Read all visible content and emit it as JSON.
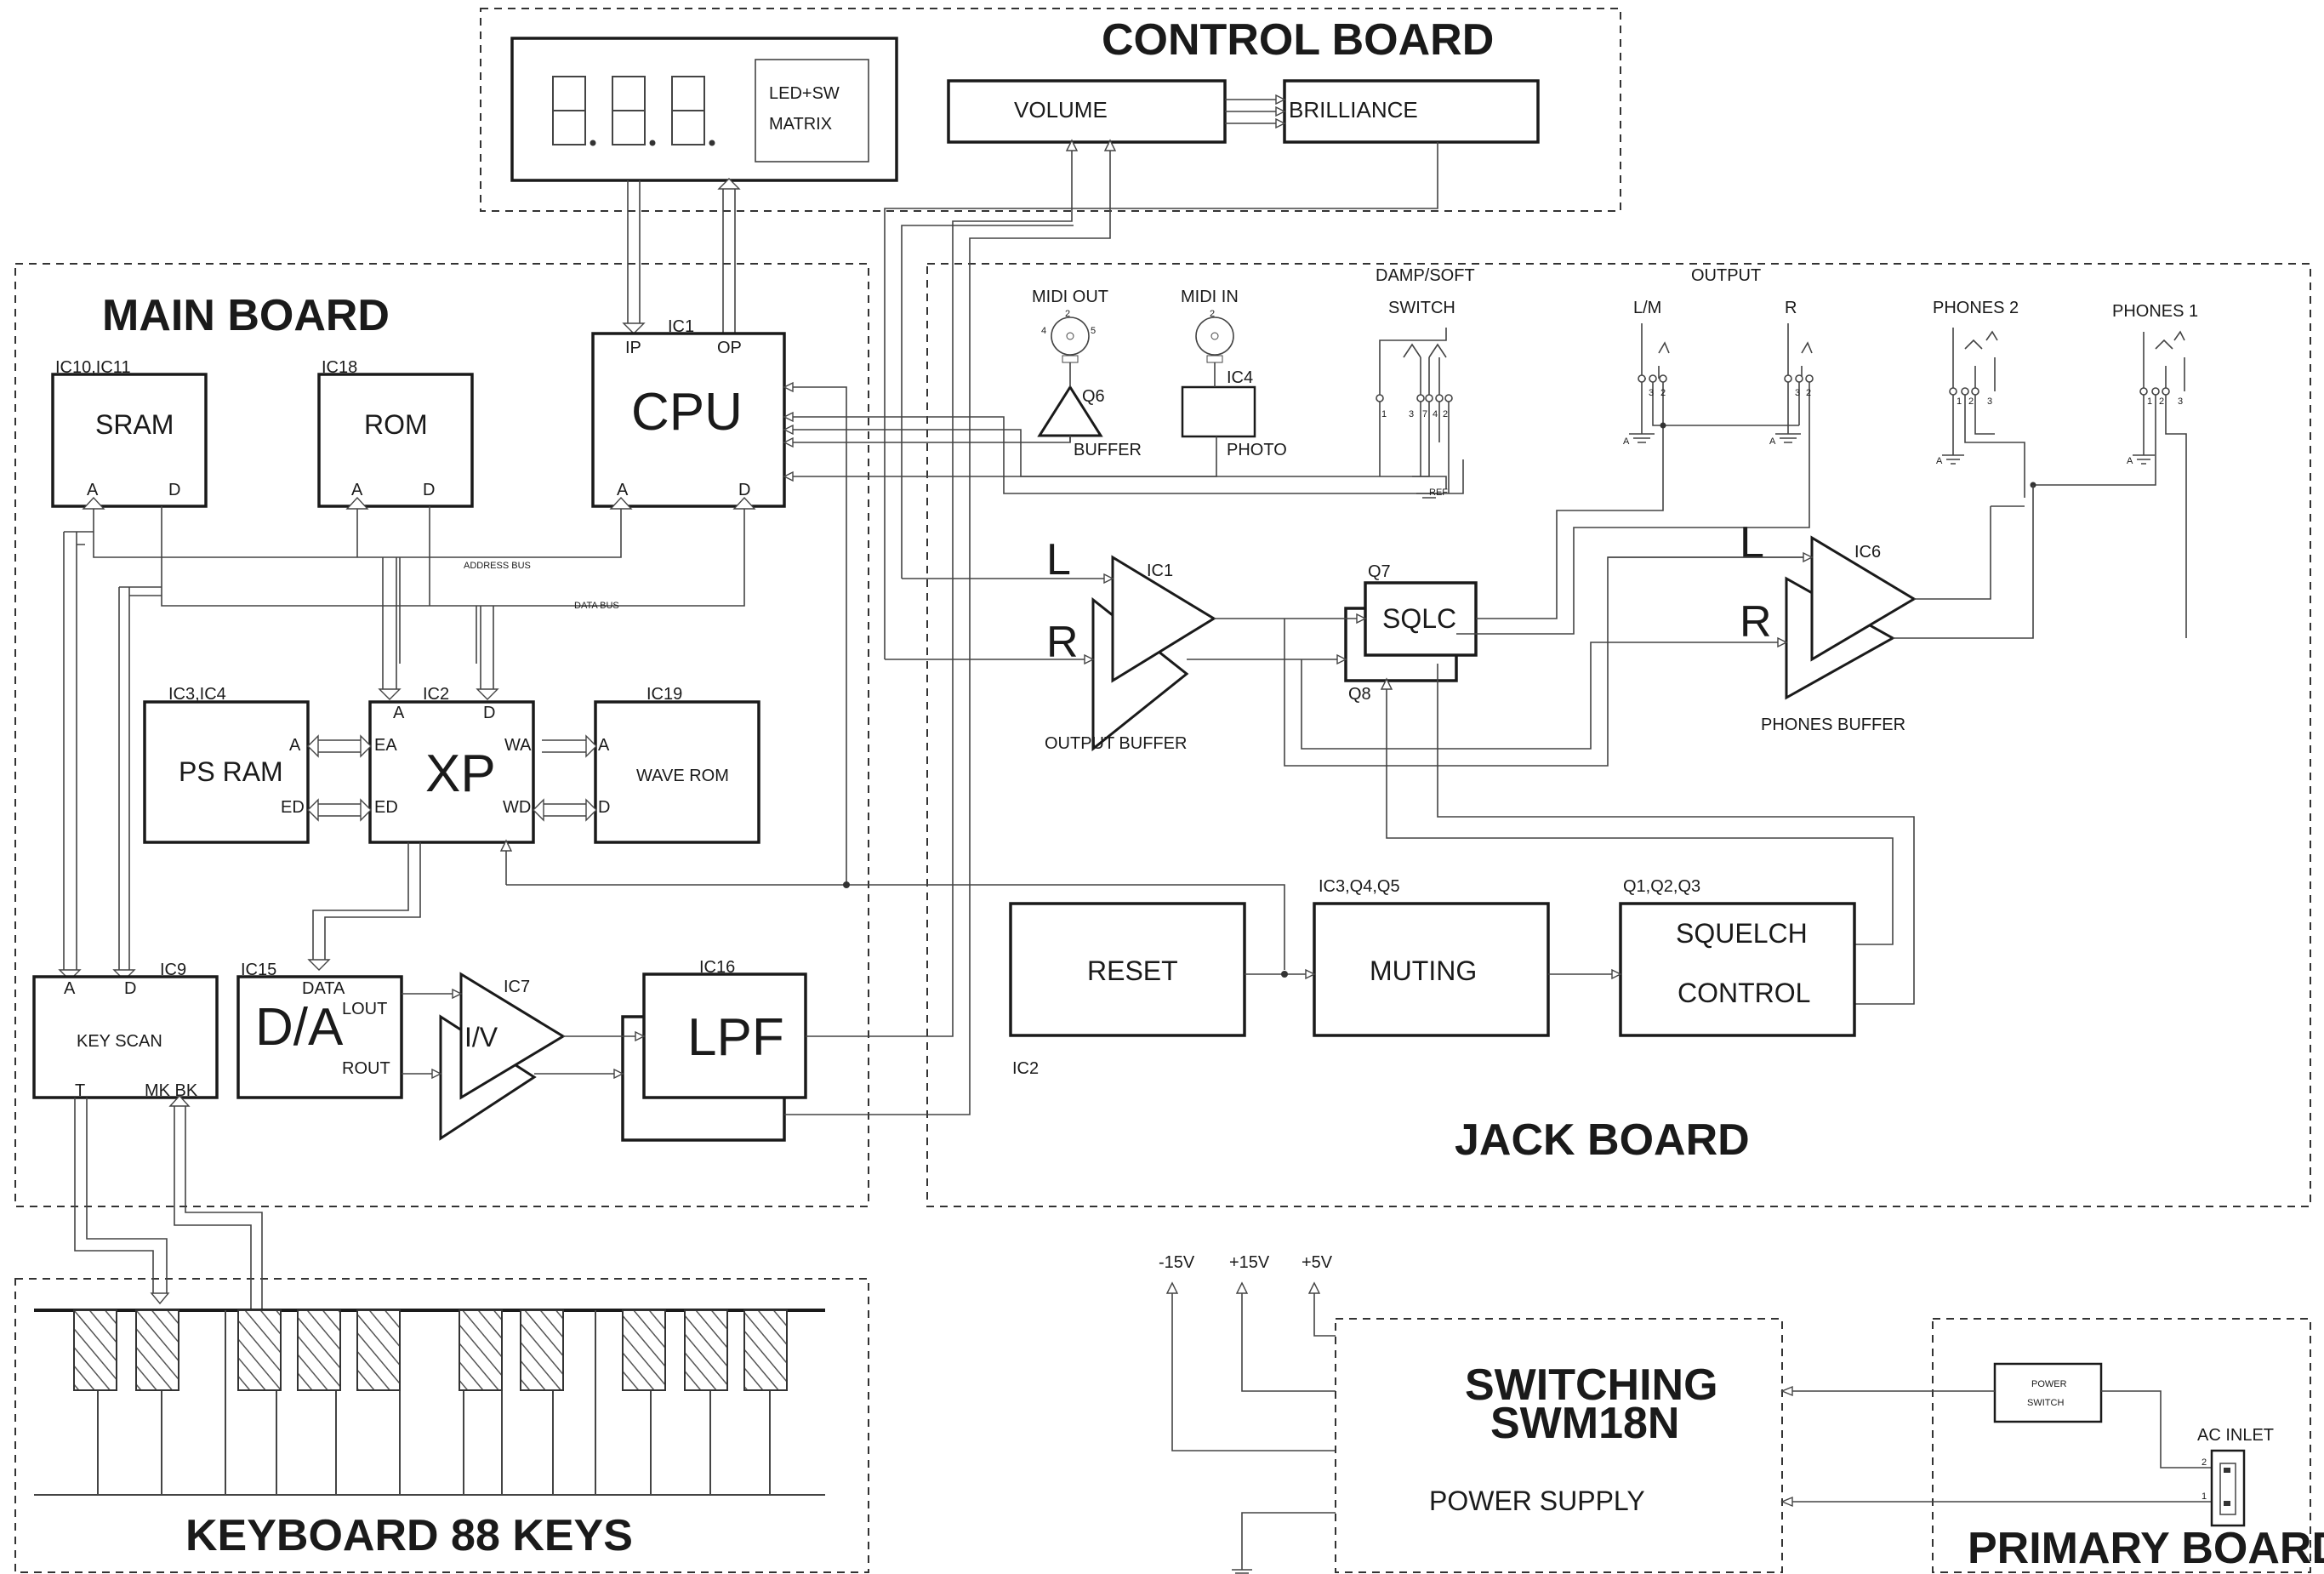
{
  "boards": {
    "control": "CONTROL  BOARD",
    "main": "MAIN BOARD",
    "jack": "JACK  BOARD",
    "keyboard": "KEYBOARD    88 KEYS",
    "primary": "PRIMARY  BOARD"
  },
  "control": {
    "matrix_line1": "LED+SW",
    "matrix_line2": "MATRIX",
    "volume": "VOLUME",
    "brilliance": "BRILLIANCE"
  },
  "main": {
    "cpu": {
      "ic": "IC1",
      "name": "CPU",
      "ip": "IP",
      "op": "OP",
      "a": "A",
      "d": "D"
    },
    "sram": {
      "ic": "IC10,IC11",
      "name": "SRAM",
      "a": "A",
      "d": "D"
    },
    "rom": {
      "ic": "IC18",
      "name": "ROM",
      "a": "A",
      "d": "D"
    },
    "address_bus": "ADDRESS BUS",
    "data_bus": "DATA BUS",
    "psram": {
      "ic": "IC3,IC4",
      "name": "PS RAM",
      "a": "A",
      "ed": "ED"
    },
    "xp": {
      "ic": "IC2",
      "name": "XP",
      "a": "A",
      "d": "D",
      "ea": "EA",
      "ed": "ED",
      "wa": "WA",
      "wd": "WD"
    },
    "waverom": {
      "ic": "IC19",
      "name": "WAVE ROM",
      "a": "A",
      "d": "D"
    },
    "keyscan": {
      "ic": "IC9",
      "name": "KEY SCAN",
      "a": "A",
      "d": "D",
      "t": "T",
      "mkbk": "MK BK"
    },
    "da": {
      "ic": "IC15",
      "name": "D/A",
      "data": "DATA",
      "lout": "LOUT",
      "rout": "ROUT"
    },
    "iv": {
      "ic": "IC7",
      "name": "I/V"
    },
    "lpf": {
      "ic": "IC16",
      "name": "LPF"
    }
  },
  "jack": {
    "midi_out": "MIDI OUT",
    "midi_in": "MIDI IN",
    "q6": "Q6",
    "buffer": "BUFFER",
    "ic4": "IC4",
    "photo": "PHOTO",
    "damp_soft": "DAMP/SOFT",
    "switch": "SWITCH",
    "output": "OUTPUT",
    "lm": "L/M",
    "r": "R",
    "phones2": "PHONES 2",
    "phones1": "PHONES 1",
    "ref": "REF",
    "gnd": "A",
    "pins": {
      "p1": "1",
      "p2": "2",
      "p3": "3",
      "p4": "4",
      "p5": "5",
      "p7": "7"
    },
    "out_l": "L",
    "out_r": "R",
    "ic1": "IC1",
    "output_buffer": "OUTPUT BUFFER",
    "q7": "Q7",
    "q8": "Q8",
    "sqlc": "SQLC",
    "ic6": "IC6",
    "ph_l": "L",
    "ph_r": "R",
    "phones_buffer": "PHONES BUFFER",
    "reset": "RESET",
    "muting_ic": "IC3,Q4,Q5",
    "muting": "MUTING",
    "squelch_ic": "Q1,Q2,Q3",
    "squelch1": "SQUELCH",
    "squelch2": "CONTROL",
    "ic2": "IC2"
  },
  "power": {
    "m15": "-15V",
    "p15": "+15V",
    "p5": "+5V",
    "line1": "SWITCHING",
    "line2": "SWM18N",
    "line3": "POWER SUPPLY",
    "power_switch1": "POWER",
    "power_switch2": "SWITCH",
    "ac_inlet": "AC INLET",
    "pin1": "1",
    "pin2": "2"
  }
}
